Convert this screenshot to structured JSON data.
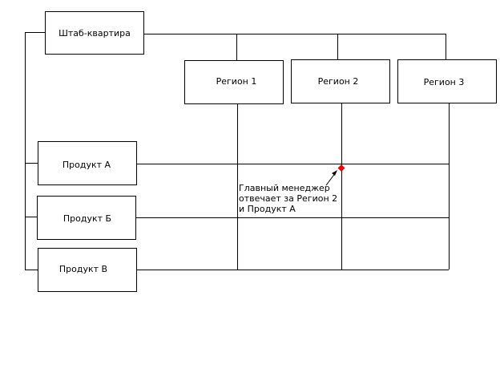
{
  "diagram": {
    "headquarters": {
      "label": "Штаб-квартира"
    },
    "regions": [
      {
        "label": "Регион 1"
      },
      {
        "label": "Регион 2"
      },
      {
        "label": "Регион 3"
      }
    ],
    "products": [
      {
        "label": "Продукт А"
      },
      {
        "label": "Продукт Б"
      },
      {
        "label": "Продукт В"
      }
    ],
    "callout": {
      "lines": [
        "Главный менеджер",
        "отвечает за Регион 2",
        "и Продукт А"
      ]
    },
    "colors": {
      "line": "#000000",
      "box_fill": "#ffffff",
      "highlight_dot": "#ff0000"
    }
  }
}
